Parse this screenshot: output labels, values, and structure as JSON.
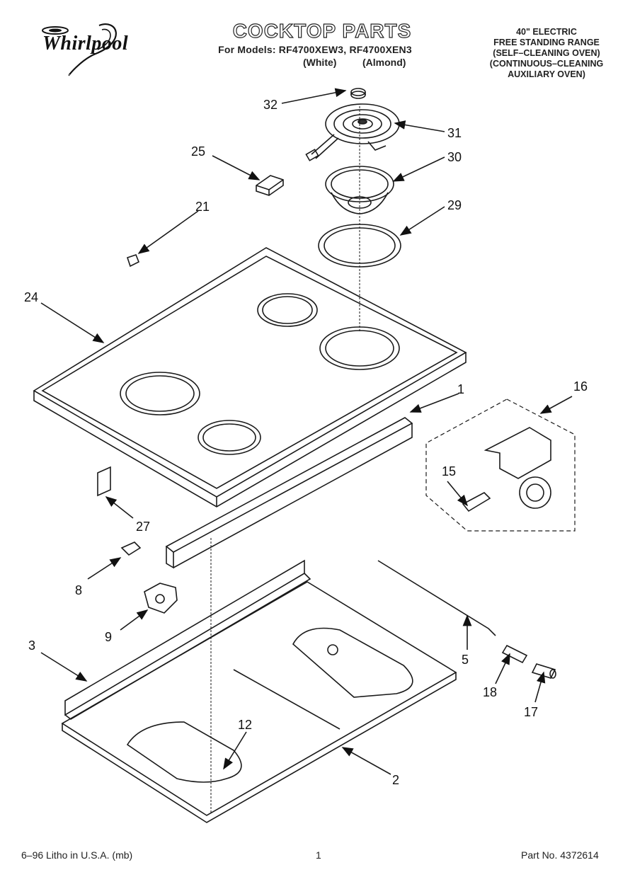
{
  "brand": "Whirlpool",
  "title": "COCKTOP PARTS",
  "models_line": "For Models: RF4700XEW3, RF4700XEN3",
  "model_colors": [
    "(White)",
    "(Almond)"
  ],
  "description": [
    "40\" ELECTRIC",
    "FREE STANDING RANGE",
    "(SELF–CLEANING OVEN)",
    "(CONTINUOUS–CLEANING",
    "AUXILIARY OVEN)"
  ],
  "callouts": [
    "32",
    "31",
    "25",
    "30",
    "21",
    "29",
    "24",
    "1",
    "16",
    "15",
    "27",
    "8",
    "9",
    "3",
    "5",
    "18",
    "17",
    "12",
    "2"
  ],
  "footer": {
    "left": "6–96 Litho in U.S.A. (mb)",
    "center": "1",
    "right": "Part No. 4372614"
  },
  "colors": {
    "ink": "#1a1a1a",
    "paper": "#ffffff"
  },
  "icons": [
    "whirlpool-swirl-logo"
  ]
}
